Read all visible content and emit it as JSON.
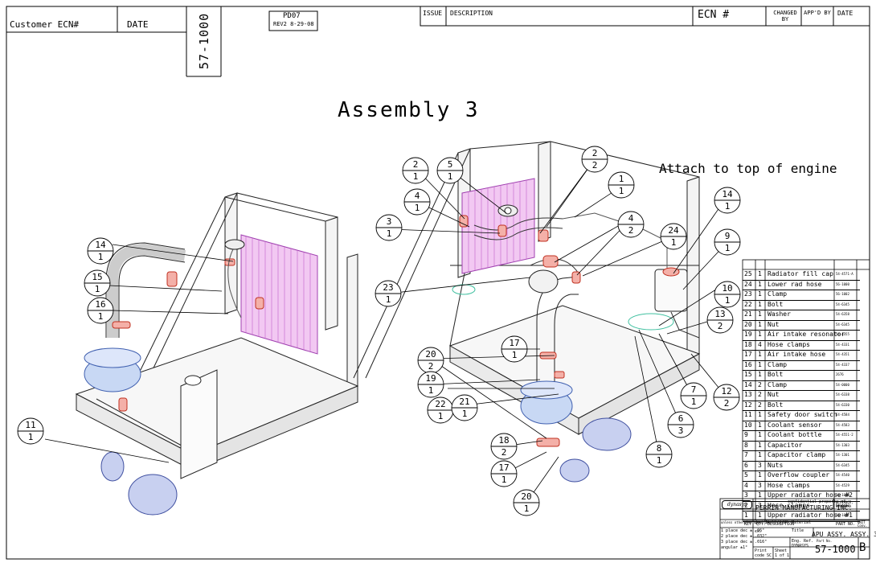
{
  "title_block_top": {
    "customer_ecn": "Customer ECN#",
    "date": "DATE",
    "drawing_no_vertical": "57-1000",
    "pd_code": "PD07",
    "rev_note": "REV2 8-29-08",
    "issue": "ISSUE",
    "description": "DESCRIPTION",
    "ecn": "ECN #",
    "changed_by": "CHANGED BY",
    "appd_by": "APP'D BY",
    "date2": "DATE"
  },
  "drawing_title": "Assembly 3",
  "note": "Attach to top of engine",
  "balloons_left": [
    {
      "item": "14",
      "qty": "1"
    },
    {
      "item": "15",
      "qty": "1"
    },
    {
      "item": "16",
      "qty": "1"
    },
    {
      "item": "11",
      "qty": "1"
    }
  ],
  "balloons_right": [
    {
      "item": "2",
      "qty": "1"
    },
    {
      "item": "5",
      "qty": "1"
    },
    {
      "item": "2",
      "qty": "2"
    },
    {
      "item": "1",
      "qty": "1"
    },
    {
      "item": "4",
      "qty": "1"
    },
    {
      "item": "3",
      "qty": "1"
    },
    {
      "item": "4",
      "qty": "2"
    },
    {
      "item": "24",
      "qty": "1"
    },
    {
      "item": "14",
      "qty": "1"
    },
    {
      "item": "9",
      "qty": "1"
    },
    {
      "item": "23",
      "qty": "1"
    },
    {
      "item": "10",
      "qty": "1"
    },
    {
      "item": "17",
      "qty": "1"
    },
    {
      "item": "13",
      "qty": "2"
    },
    {
      "item": "20",
      "qty": "2"
    },
    {
      "item": "19",
      "qty": "1"
    },
    {
      "item": "22",
      "qty": "1"
    },
    {
      "item": "21",
      "qty": "1"
    },
    {
      "item": "7",
      "qty": "1"
    },
    {
      "item": "12",
      "qty": "2"
    },
    {
      "item": "6",
      "qty": "3"
    },
    {
      "item": "18",
      "qty": "2"
    },
    {
      "item": "17",
      "qty": "1"
    },
    {
      "item": "8",
      "qty": "1"
    },
    {
      "item": "20",
      "qty": "1"
    }
  ],
  "bom": {
    "rows": [
      {
        "key": "25",
        "qty": "1",
        "desc": "Radiator fill cap",
        "part": "54-4571-A"
      },
      {
        "key": "24",
        "qty": "1",
        "desc": "Lower rad hose",
        "part": "56-1000"
      },
      {
        "key": "23",
        "qty": "1",
        "desc": "Clamp",
        "part": "56-1002"
      },
      {
        "key": "22",
        "qty": "1",
        "desc": "Bolt",
        "part": "54-6345"
      },
      {
        "key": "21",
        "qty": "1",
        "desc": "Washer",
        "part": "54-6358"
      },
      {
        "key": "20",
        "qty": "1",
        "desc": "Nut",
        "part": "54-6345"
      },
      {
        "key": "19",
        "qty": "1",
        "desc": "Air intake resonator",
        "part": "54-4355"
      },
      {
        "key": "18",
        "qty": "4",
        "desc": "Hose clamps",
        "part": "54-4331"
      },
      {
        "key": "17",
        "qty": "1",
        "desc": "Air intake hose",
        "part": "54-4351"
      },
      {
        "key": "16",
        "qty": "1",
        "desc": "Clamp",
        "part": "54-4337"
      },
      {
        "key": "15",
        "qty": "1",
        "desc": "Bolt",
        "part": "2676"
      },
      {
        "key": "14",
        "qty": "2",
        "desc": "Clamp",
        "part": "54-0000"
      },
      {
        "key": "13",
        "qty": "2",
        "desc": "Nut",
        "part": "54-6338"
      },
      {
        "key": "12",
        "qty": "2",
        "desc": "Bolt",
        "part": "54-6330"
      },
      {
        "key": "11",
        "qty": "1",
        "desc": "Safety door switch",
        "part": "54-4584"
      },
      {
        "key": "10",
        "qty": "1",
        "desc": "Coolant sensor",
        "part": "54-4583"
      },
      {
        "key": "9",
        "qty": "1",
        "desc": "Coolant bottle",
        "part": "54-4551-2"
      },
      {
        "key": "8",
        "qty": "1",
        "desc": "Capacitor",
        "part": "54-1303"
      },
      {
        "key": "7",
        "qty": "1",
        "desc": "Capacitor clamp",
        "part": "54-1301"
      },
      {
        "key": "6",
        "qty": "3",
        "desc": "Nuts",
        "part": "54-6345"
      },
      {
        "key": "5",
        "qty": "1",
        "desc": "Overflow coupler",
        "part": "54-4540"
      },
      {
        "key": "4",
        "qty": "3",
        "desc": "Hose clamps",
        "part": "54-4529"
      },
      {
        "key": "3",
        "qty": "1",
        "desc": "Upper radiator hose #2",
        "part": "56-1008"
      },
      {
        "key": "2",
        "qty": "3",
        "desc": "Hose clamps",
        "part": "54-4433"
      },
      {
        "key": "1",
        "qty": "1",
        "desc": "Upper radiator hose #1",
        "part": "56-1007"
      }
    ],
    "header": {
      "key": "KEY",
      "qty": "QTY.",
      "desc": "DESCRIPTION",
      "part": "PART NO.",
      "unit": "UNIT Conv."
    }
  },
  "title_block": {
    "company": "PERRIN MANUFACTURING INC.",
    "confidential": "confidential property of",
    "city": "ALLIANCE, NEBRASKA",
    "tol_header": "unless otherwise specified",
    "tol1": "1 place dec ± .06\"",
    "tol2": "2 place dec ± .032\"",
    "tol3": "3 place dec ± .016\"",
    "tol4": "angular ±1°",
    "dr": "dr. JH 10/2/06",
    "ck": "ck.",
    "material": "Material",
    "title_label": "Title",
    "title": "APU ASSY. ASSY. 3",
    "eng_ref": "Eng. Ref. DYNASYS",
    "part_no_label": "Part No.",
    "part_no": "57-1000",
    "rev": "B",
    "drawn_scale": "Print code SC",
    "sheet": "Sheet 1 of 1"
  }
}
